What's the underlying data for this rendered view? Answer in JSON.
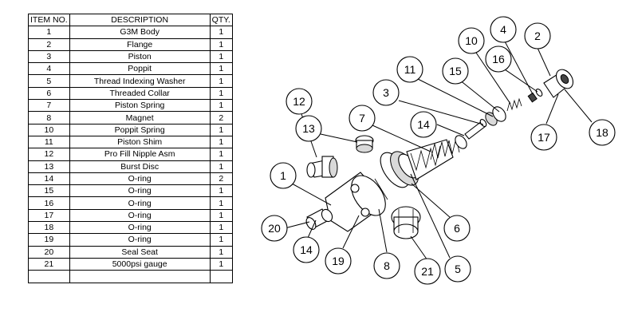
{
  "bom": {
    "headers": {
      "item": "ITEM NO.",
      "description": "DESCRIPTION",
      "qty": "QTY."
    },
    "rows": [
      {
        "item": "1",
        "description": "G3M Body",
        "qty": "1"
      },
      {
        "item": "2",
        "description": "Flange",
        "qty": "1"
      },
      {
        "item": "3",
        "description": "Piston",
        "qty": "1"
      },
      {
        "item": "4",
        "description": "Poppit",
        "qty": "1"
      },
      {
        "item": "5",
        "description": "Thread Indexing Washer",
        "qty": "1"
      },
      {
        "item": "6",
        "description": "Threaded Collar",
        "qty": "1"
      },
      {
        "item": "7",
        "description": "Piston Spring",
        "qty": "1"
      },
      {
        "item": "8",
        "description": "Magnet",
        "qty": "2"
      },
      {
        "item": "10",
        "description": "Poppit Spring",
        "qty": "1"
      },
      {
        "item": "11",
        "description": "Piston Shim",
        "qty": "1"
      },
      {
        "item": "12",
        "description": "Pro Fill Nipple Asm",
        "qty": "1"
      },
      {
        "item": "13",
        "description": "Burst Disc",
        "qty": "1"
      },
      {
        "item": "14",
        "description": "O-ring",
        "qty": "2"
      },
      {
        "item": "15",
        "description": "O-ring",
        "qty": "1"
      },
      {
        "item": "16",
        "description": "O-ring",
        "qty": "1"
      },
      {
        "item": "17",
        "description": "O-ring",
        "qty": "1"
      },
      {
        "item": "18",
        "description": "O-ring",
        "qty": "1"
      },
      {
        "item": "19",
        "description": "O-ring",
        "qty": "1"
      },
      {
        "item": "20",
        "description": "Seal Seat",
        "qty": "1"
      },
      {
        "item": "21",
        "description": "5000psi gauge",
        "qty": "1"
      },
      {
        "item": "",
        "description": "",
        "qty": ""
      }
    ]
  },
  "callouts": [
    "1",
    "2",
    "3",
    "4",
    "5",
    "6",
    "7",
    "8",
    "10",
    "11",
    "12",
    "13",
    "14",
    "14",
    "15",
    "16",
    "17",
    "18",
    "19",
    "20",
    "21"
  ]
}
